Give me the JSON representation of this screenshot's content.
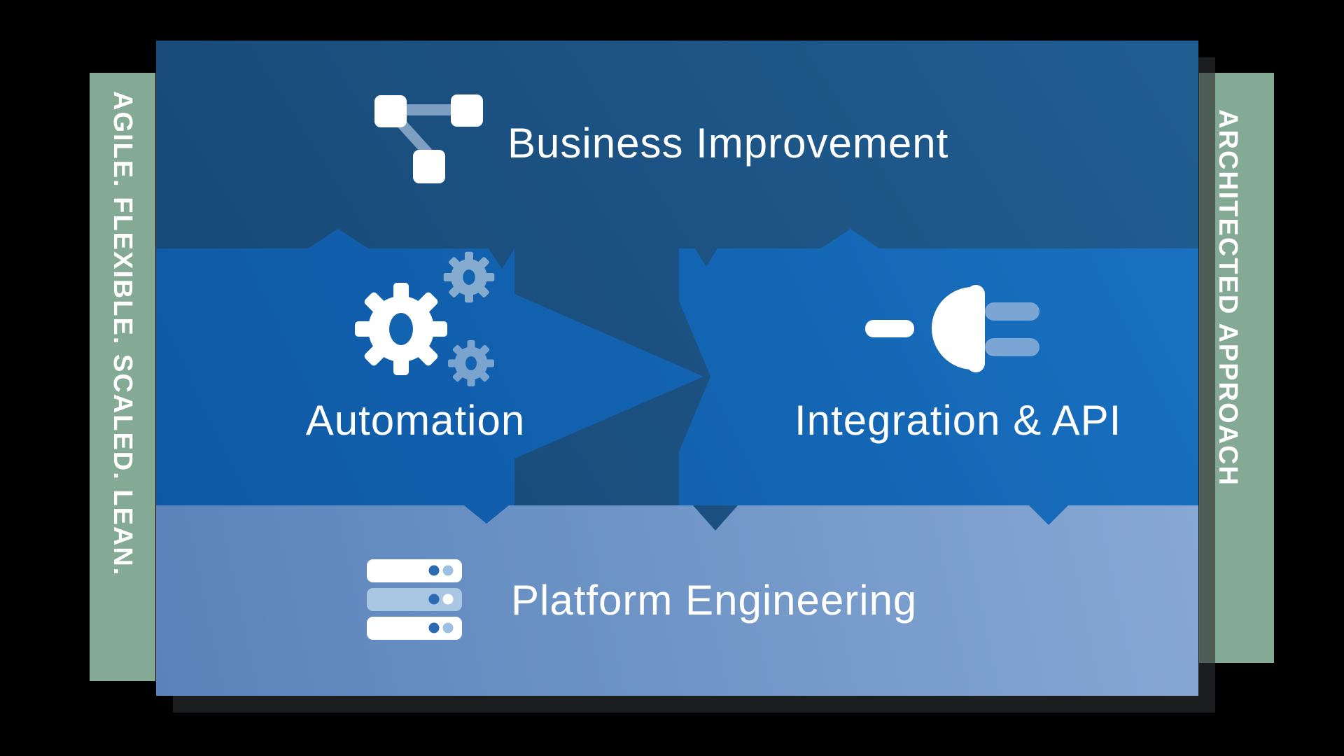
{
  "ribbons": {
    "left_text": "AGILE. FLEXIBLE. SCALED. LEAN.",
    "right_text": "ARCHITECTED APPROACH"
  },
  "blocks": {
    "business_improvement": {
      "label": "Business Improvement",
      "icon": "sitemap-icon"
    },
    "automation": {
      "label": "Automation",
      "icon": "gears-icon"
    },
    "integration_api": {
      "label": "Integration & API",
      "icon": "plug-icon"
    },
    "platform_engineering": {
      "label": "Platform Engineering",
      "icon": "server-icon"
    }
  },
  "colors": {
    "background": "#000000",
    "ribbon_green": "#84aa95",
    "panel_navy": "#1b5181",
    "piece_blue": "#1263b0",
    "bottom_steel": "#7096c7",
    "accent_light_blue": "#7ba4cf",
    "text": "#ffffff"
  }
}
